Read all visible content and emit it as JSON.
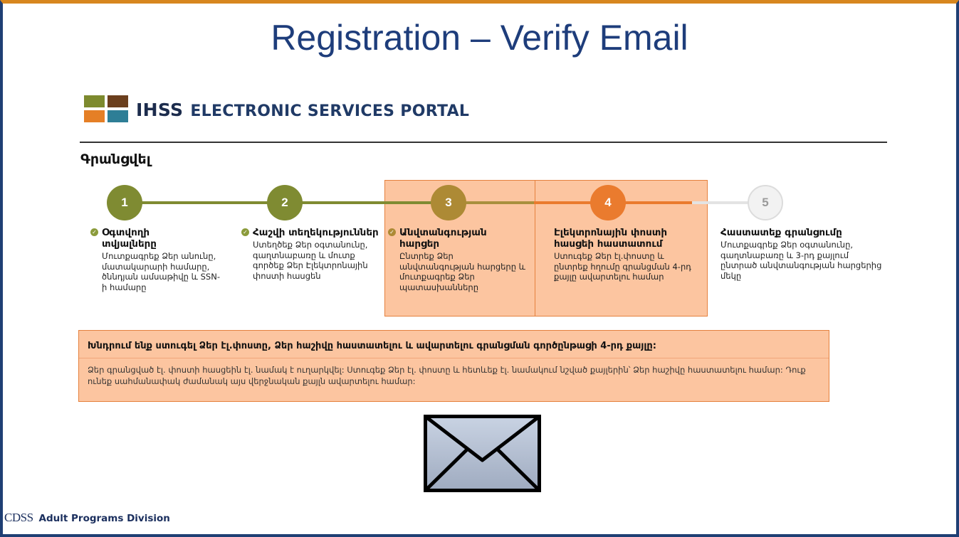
{
  "slide": {
    "title": "Registration – Verify Email"
  },
  "portal": {
    "logo_abbr": "IHSS",
    "name": "ELECTRONIC SERVICES PORTAL",
    "logo_colors": [
      "#7d8a2e",
      "#6b3f1d",
      "#e57f26",
      "#2e7e96"
    ]
  },
  "page": {
    "heading": "Գրանցվել"
  },
  "steps": [
    {
      "number": "1",
      "title": "Օգտվողի տվյալները",
      "description": "Մուտքագրեք Ձեր անունը, մատակարարի համարը, ծննդյան ամսաթիվը և SSN-ի համարը",
      "completed": true,
      "color": "#7f8b32"
    },
    {
      "number": "2",
      "title": "Հաշվի տեղեկություններ",
      "description": "Ստեղծեք Ձեր օգտանունը, գաղտնաբառը և մուտք գործեք Ձեր Էլեկտրոնային փոստի հասցեն",
      "completed": true,
      "color": "#7f8b32"
    },
    {
      "number": "3",
      "title": "Անվտանգության հարցեր",
      "description": "Ընտրեք Ձեր անվտանգության հարցերը և մուտքագրեք Ձեր պատասխանները",
      "completed": true,
      "color": "#ad8a35"
    },
    {
      "number": "4",
      "title": "Էլեկտրոնային փոստի հասցեի հաստատում",
      "description": "Ստուգեք Ձեր էլ.փոստը և ընտրեք հղումը գրանցման 4-րդ քայլը ավարտելու համար",
      "completed": false,
      "current": true,
      "color": "#ea7b2e"
    },
    {
      "number": "5",
      "title": "Հաստատեք գրանցումը",
      "description": "Մուտքագրեք Ձեր օգտանունը, գաղտնաբառը և 3-րդ քայլում ընտրած անվտանգության հարցերից մեկը",
      "completed": false,
      "color": "#e3e3e3"
    }
  ],
  "message": {
    "title": "Խնդրում ենք ստուգել Ձեր էլ.փոստը, Ձեր հաշիվը հաստատելու և ավարտելու գրանցման գործընթացի 4-րդ քայլը:",
    "body": "Ձեր գրանցված էլ. փոստի հասցեին էլ. նամակ է ուղարկվել: Ստուգեք Ձեր էլ. փոստը և հետևեք էլ. նամակում նշված քայլերին՝ Ձեր հաշիվը հաստատելու համար: Դուք ունեք սահմանափակ ժամանակ այս վերջնական քայլն ավարտելու համար:"
  },
  "icons": {
    "check": "check-circle-icon",
    "envelope": "envelope-icon"
  },
  "footer": {
    "org": "CDSS",
    "division": "Adult Programs Division"
  }
}
